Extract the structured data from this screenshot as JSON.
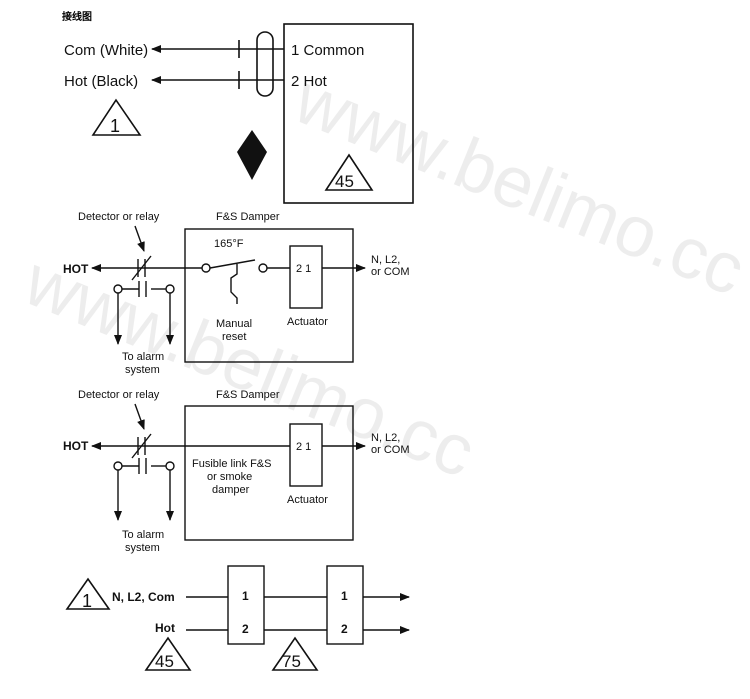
{
  "title": "接线图",
  "diagram1": {
    "wire_common": "Com (White)",
    "wire_hot": "Hot (Black)",
    "terminal_common": "1 Common",
    "terminal_hot": "2 Hot",
    "note_marker": "1",
    "box_marker": "45"
  },
  "diagram2": {
    "detector_label": "Detector or relay",
    "damper_label": "F&S Damper",
    "temp_label": "165°F",
    "hot_label": "HOT",
    "output_label_1": "N, L2,",
    "output_label_2": "or COM",
    "terminals": "2 1",
    "reset_label_1": "Manual",
    "reset_label_2": "reset",
    "actuator_label": "Actuator",
    "alarm_label_1": "To alarm",
    "alarm_label_2": "system"
  },
  "diagram3": {
    "detector_label": "Detector or relay",
    "damper_label": "F&S Damper",
    "hot_label": "HOT",
    "output_label_1": "N, L2,",
    "output_label_2": "or COM",
    "terminals": "2 1",
    "fusible_label_1": "Fusible link F&S",
    "fusible_label_2": "or smoke",
    "fusible_label_3": "damper",
    "actuator_label": "Actuator",
    "alarm_label_1": "To alarm",
    "alarm_label_2": "system"
  },
  "diagram4": {
    "note_marker": "1",
    "wire_1_label": "N, L2, Com",
    "wire_2_label": "Hot",
    "block_a_terminal_1": "1",
    "block_a_terminal_2": "2",
    "block_b_terminal_1": "1",
    "block_b_terminal_2": "2",
    "marker_a": "45",
    "marker_b": "75"
  },
  "watermark": "www.belimo.cc",
  "colors": {
    "line": "#111111",
    "background": "#ffffff"
  }
}
